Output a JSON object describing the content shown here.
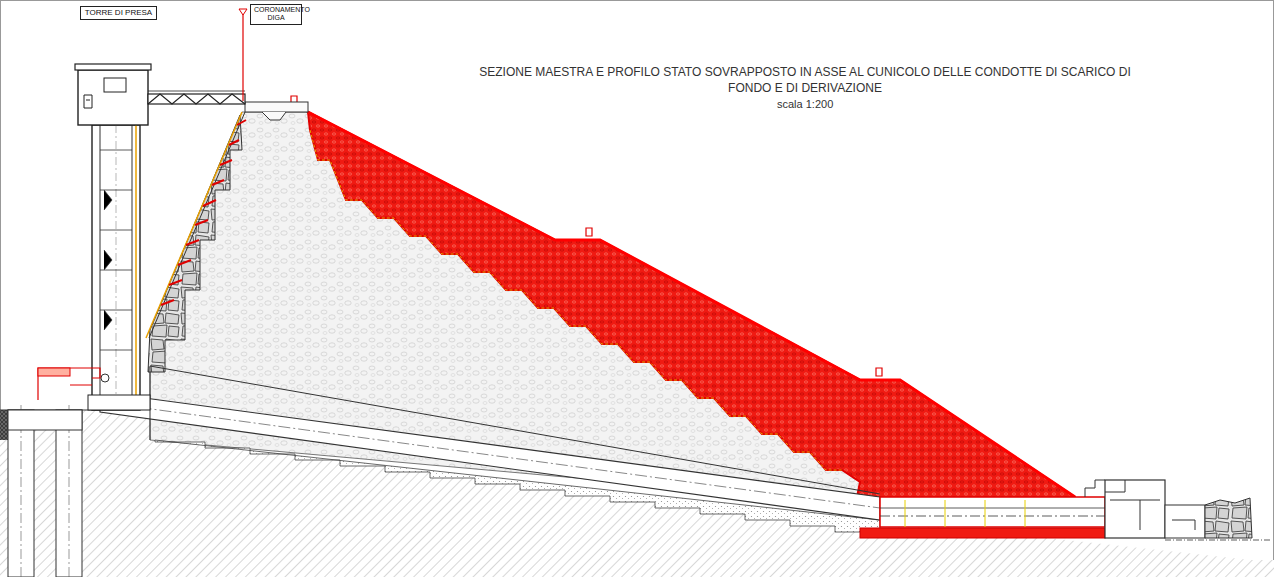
{
  "diagram": {
    "title": "SEZIONE MAESTRA E PROFILO STATO SOVRAPPOSTO IN ASSE AL CUNICOLO DELLE CONDOTTE DI SCARICO DI FONDO E DI DERIVAZIONE",
    "nodes": [
      {
        "text": [
          "TORRE DI PRESA"
        ]
      },
      {
        "text": [
          "CORONAMENTO DIGA"
        ]
      }
    ],
    "labels": [
      "scala 1:200"
    ]
  }
}
